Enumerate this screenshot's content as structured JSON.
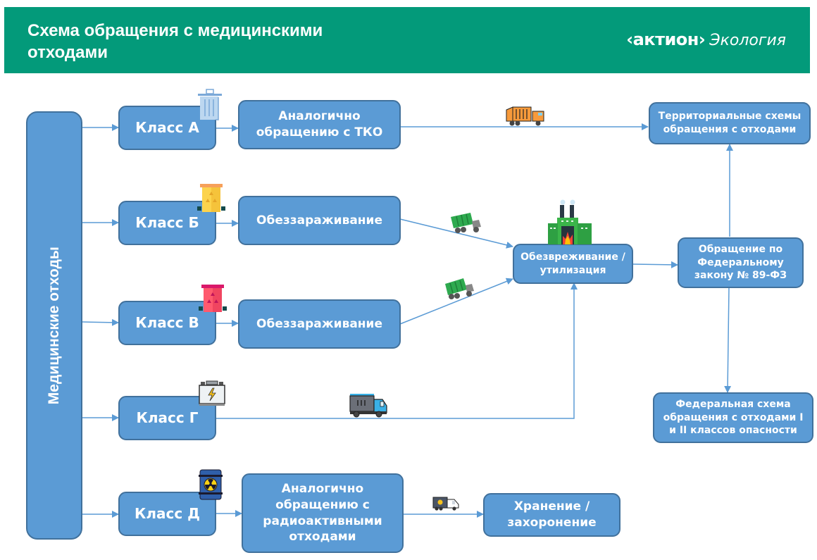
{
  "header": {
    "title": "Схема обращения с медицинскими отходами",
    "brand_main": "‹актион›",
    "brand_sub": "Экология"
  },
  "colors": {
    "header_bg": "#039a7a",
    "box_fill": "#5b9bd5",
    "box_border": "#41719c",
    "arrow": "#5b9bd5"
  },
  "source": {
    "label": "Медицинские отходы"
  },
  "classes": [
    {
      "label": "Класс А",
      "icon": "trash-can-icon"
    },
    {
      "label": "Класс Б",
      "icon": "yellow-hazard-bin-icon"
    },
    {
      "label": "Класс В",
      "icon": "red-hazard-bin-icon"
    },
    {
      "label": "Класс Г",
      "icon": "battery-icon"
    },
    {
      "label": "Класс Д",
      "icon": "radioactive-barrel-icon"
    }
  ],
  "processes": {
    "a": "Аналогично обращению с ТКО",
    "b": "Обеззараживание",
    "v": "Обеззараживание",
    "d": "Аналогично обращению с радиоактивными отходами"
  },
  "targets": {
    "territorial": "Территориальные схемы обращения с отходами",
    "neutralization": "Обезвреживание / утилизация",
    "federal_law": "Обращение по Федеральному закону № 89-ФЗ",
    "federal_scheme": "Федеральная схема обращения с отходами I и II классов опасности",
    "storage": "Хранение / захоронение"
  },
  "transport_icons": [
    "garbage-truck-icon",
    "dump-truck-icon",
    "dump-truck-icon",
    "cargo-truck-icon",
    "radioactive-van-icon",
    "factory-icon"
  ]
}
